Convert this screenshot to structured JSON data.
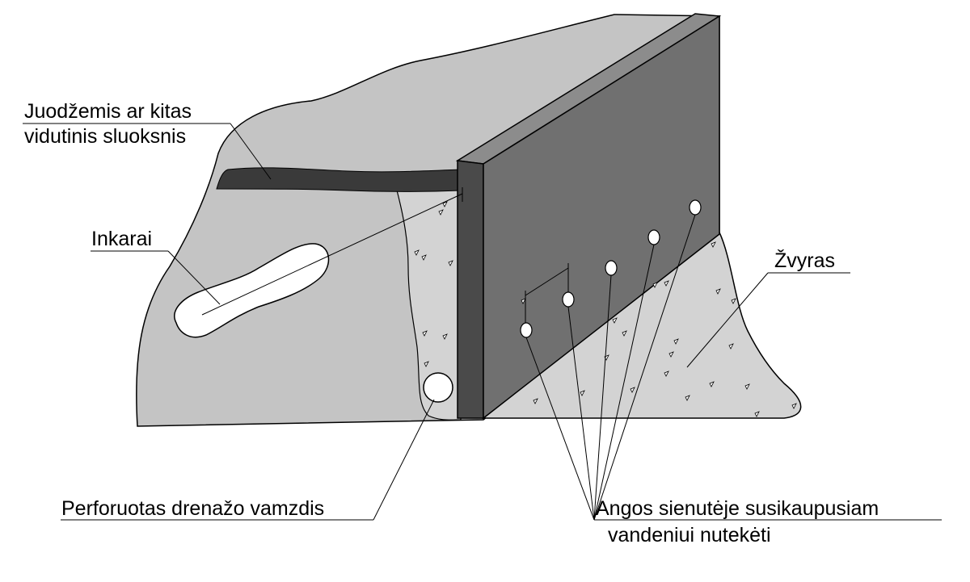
{
  "labels": {
    "topsoil_line1": "Juodžemis ar kitas",
    "topsoil_line2": "vidutinis sluoksnis",
    "anchors": "Inkarai",
    "gravel": "Žvyras",
    "pipe": "Perforuotas drenažo vamzdis",
    "holes_line1": "Angos sienutėje susikaupusiam",
    "holes_line2": "vandeniui nutekėti"
  },
  "colors": {
    "soil": "#c4c4c4",
    "gravel": "#d3d3d3",
    "topsoil_layer": "#3a3a3a",
    "wall_face": "#707070",
    "wall_top": "#8c8c8c",
    "wall_edge": "#4a4a4a",
    "holes": "#ffffff",
    "lines": "#000000"
  }
}
